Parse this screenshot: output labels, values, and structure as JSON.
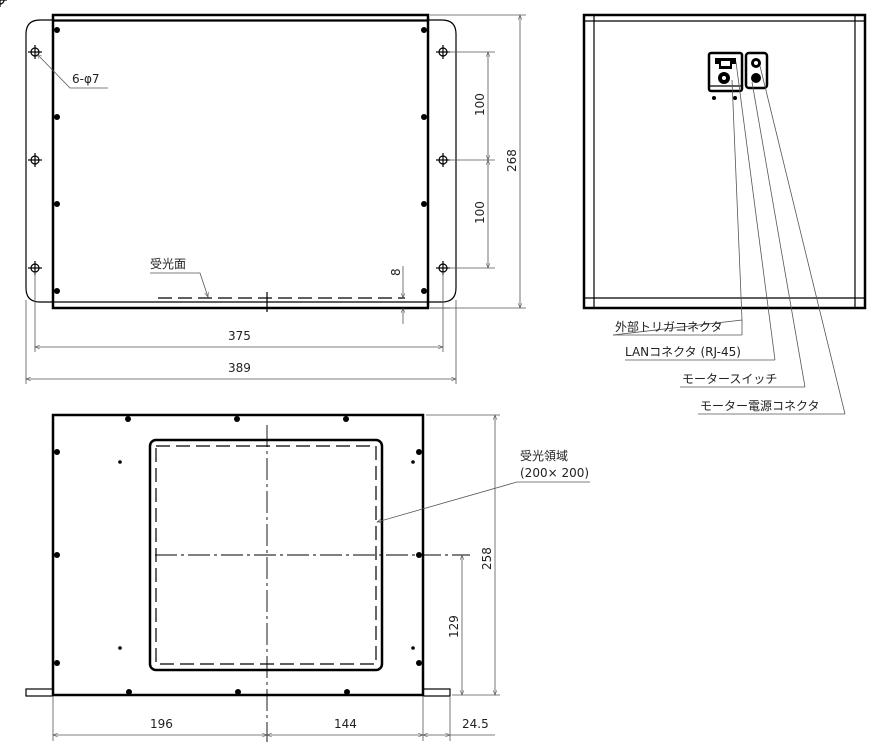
{
  "front_view": {
    "hole_note": "6-φ7",
    "surface_label": "受光面",
    "dims": {
      "hole_pitch_1": "100",
      "hole_pitch_2": "100",
      "height": "268",
      "offset": "8",
      "hole_span": "375",
      "overall_width": "389"
    }
  },
  "rear_view": {
    "callouts": [
      "外部トリガコネクタ",
      "LANコネクタ (RJ-45)",
      "モータースイッチ",
      "モーター電源コネクタ"
    ]
  },
  "bottom_view": {
    "area_label": "受光領域",
    "area_size": "(200× 200)",
    "dims": {
      "height": "258",
      "center_height": "129",
      "left": "196",
      "right": "144",
      "flange": "24.5"
    }
  }
}
